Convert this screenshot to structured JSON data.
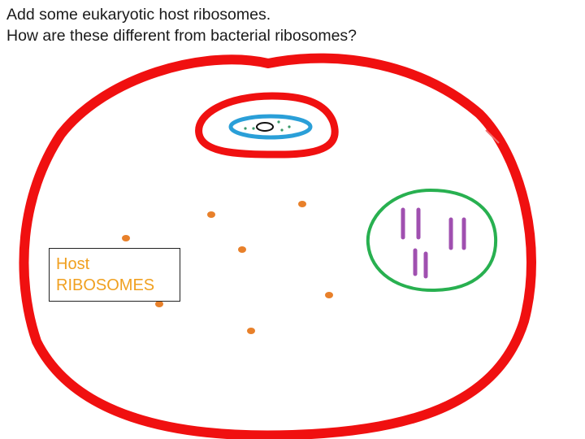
{
  "prompt": {
    "line1": "Add some eukaryotic host ribosomes.",
    "line2": "How are these different from bacterial ribosomes?"
  },
  "label": {
    "line1": "Host",
    "line2": "RIBOSOMES",
    "color": "#f0a020"
  },
  "colors": {
    "cell_membrane": "#f01010",
    "nuclear_envelope": "#f01010",
    "nucleus": "#2a9fd8",
    "bacterium_membrane": "#28b050",
    "bacterial_dna": "#a050b0",
    "ribosome": "#e8802a",
    "nucleolus": "#111111",
    "nuclear_dots": "#3a9a6a"
  },
  "icons": [
    "cell-membrane",
    "nucleus",
    "bacterium",
    "ribosome"
  ]
}
